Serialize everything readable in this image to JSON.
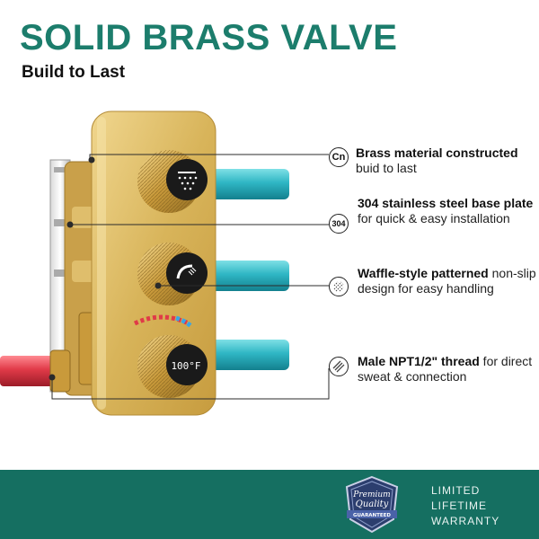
{
  "header": {
    "title": "SOLID BRASS VALVE",
    "subtitle": "Build to Last"
  },
  "display": {
    "temperature": "100°F"
  },
  "callouts": [
    {
      "badge": "Cn",
      "bold": "Brass material constructed",
      "rest": " buid to last"
    },
    {
      "badge": "304",
      "bold": "304 stainless steel base plate",
      "rest": " for quick & easy installation"
    },
    {
      "badge": "",
      "bold": "Waffle-style patterned",
      "rest": " non-slip design for easy handling"
    },
    {
      "badge": "",
      "bold": "Male NPT1/2\" thread",
      "rest": " for direct sweat & connection"
    }
  ],
  "seal": {
    "line1": "Premium",
    "line2": "Quality",
    "ribbon": "GUARANTEED"
  },
  "warranty": [
    "LIMITED",
    "LIFETIME",
    "WARRANTY"
  ],
  "colors": {
    "title": "#1c7d6c",
    "footer": "#156f61",
    "brass": "#d8b45a",
    "pipe_teal": "#2fb6c4",
    "pipe_red": "#e03a48"
  }
}
